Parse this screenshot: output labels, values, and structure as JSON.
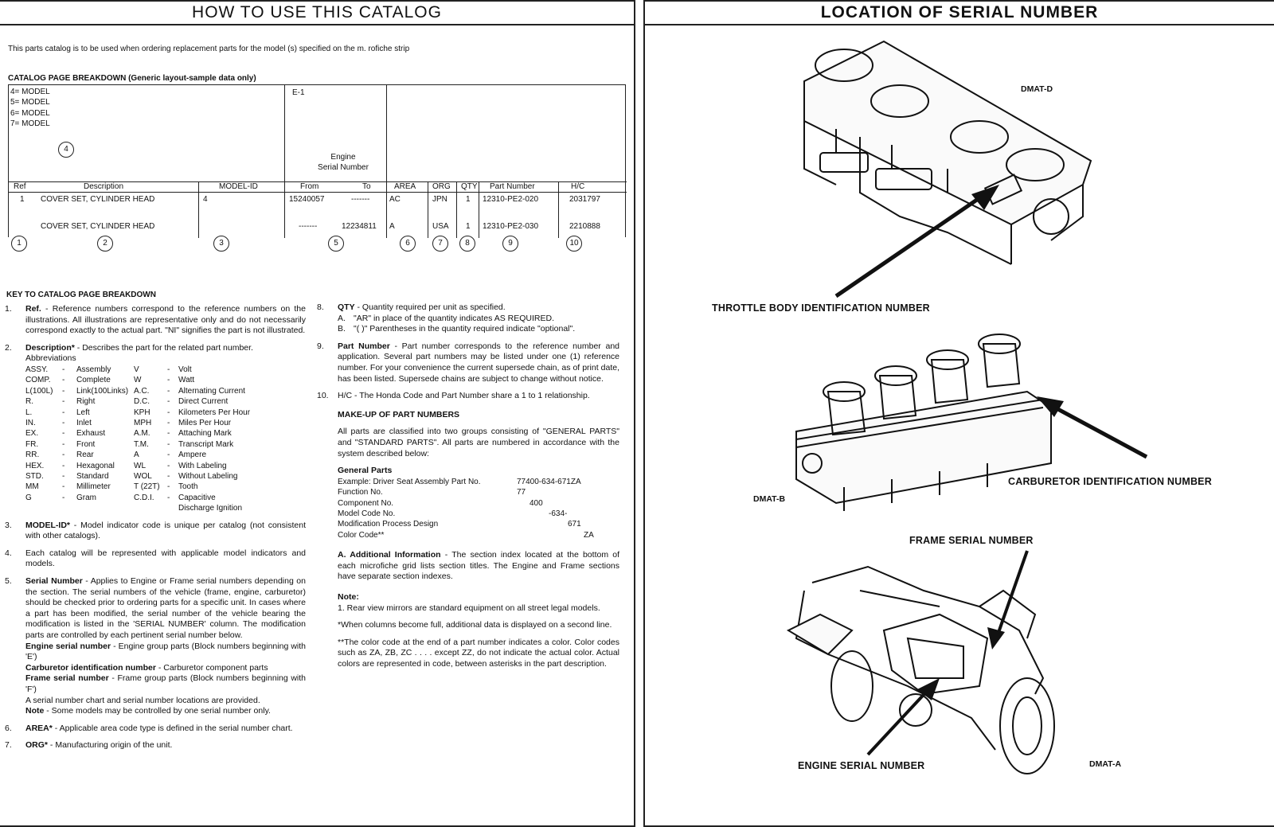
{
  "left_header": "HOW TO USE THIS CATALOG",
  "right_header": "LOCATION OF SERIAL NUMBER",
  "intro": "This parts catalog is to be used when ordering replacement parts for the model (s) specified on the m. rofiche strip",
  "breakdown": {
    "title": "CATALOG PAGE BREAKDOWN (Generic layout-sample data only)",
    "models": [
      "4= MODEL",
      "5= MODEL",
      "6= MODEL",
      "7= MODEL"
    ],
    "e1": "E-1",
    "engine_serial": [
      "Engine",
      "Serial Number"
    ],
    "columns": [
      "Ref",
      "Description",
      "MODEL-ID",
      "From",
      "To",
      "AREA",
      "ORG",
      "QTY",
      "Part Number",
      "H/C"
    ],
    "rows": [
      {
        "ref": "1",
        "desc": "COVER SET, CYLINDER HEAD",
        "model": "4",
        "from": "15240057",
        "to": "-------",
        "area": "AC",
        "org": "JPN",
        "qty": "1",
        "part": "12310-PE2-020",
        "hc": "2031797"
      },
      {
        "ref": "",
        "desc": "COVER SET, CYLINDER HEAD",
        "model": "",
        "from": "-------",
        "to": "12234811",
        "area": "A",
        "org": "USA",
        "qty": "1",
        "part": "12310-PE2-030",
        "hc": "2210888"
      }
    ],
    "circles": [
      "1",
      "2",
      "3",
      "4",
      "5",
      "6",
      "7",
      "8",
      "9",
      "10"
    ]
  },
  "key_title": "KEY TO CATALOG PAGE BREAKDOWN",
  "key": {
    "i1": {
      "n": "1.",
      "head": "Ref.",
      "text": " - Reference numbers correspond to the reference numbers on the illustrations. All illustrations are representative only and do not necessarily correspond exactly to the actual part. \"NI\" signifies the part is not illustrated."
    },
    "i2": {
      "n": "2.",
      "head": "Description*",
      "text": " - Describes the part for the related part number.",
      "abbr_title": "Abbreviations"
    },
    "abbr": [
      [
        "ASSY.",
        "-",
        "Assembly",
        "V",
        "-",
        "Volt"
      ],
      [
        "COMP.",
        "-",
        "Complete",
        "W",
        "-",
        "Watt"
      ],
      [
        "L(100L)",
        "-",
        "Link(100Links)",
        "A.C.",
        "-",
        "Alternating Current"
      ],
      [
        "R.",
        "-",
        "Right",
        "D.C.",
        "-",
        "Direct Current"
      ],
      [
        "L.",
        "-",
        "Left",
        "KPH",
        "-",
        "Kilometers Per Hour"
      ],
      [
        "IN.",
        "-",
        "Inlet",
        "MPH",
        "-",
        "Miles Per Hour"
      ],
      [
        "EX.",
        "-",
        "Exhaust",
        "A.M.",
        "-",
        "Attaching Mark"
      ],
      [
        "FR.",
        "-",
        "Front",
        "T.M.",
        "-",
        "Transcript Mark"
      ],
      [
        "RR.",
        "-",
        "Rear",
        "A",
        "-",
        "Ampere"
      ],
      [
        "HEX.",
        "-",
        "Hexagonal",
        "WL",
        "-",
        "With Labeling"
      ],
      [
        "STD.",
        "-",
        "Standard",
        "WOL",
        "-",
        "Without Labeling"
      ],
      [
        "MM",
        "-",
        "Millimeter",
        "T (22T)",
        "-",
        "Tooth"
      ],
      [
        "G",
        "-",
        "Gram",
        "C.D.I.",
        "-",
        "Capacitive"
      ],
      [
        "",
        "",
        "",
        "",
        "",
        "Discharge Ignition"
      ]
    ],
    "i3": {
      "n": "3.",
      "head": "MODEL-ID*",
      "text": " - Model indicator code is unique per catalog (not consistent with other catalogs)."
    },
    "i4": {
      "n": "4.",
      "text": "Each catalog will be represented with applicable model indicators and models."
    },
    "i5": {
      "n": "5.",
      "head": "Serial Number",
      "text": " - Applies to Engine or Frame serial numbers depending on the section. The serial numbers of the vehicle (frame, engine, carburetor) should be checked prior to ordering parts for a specific unit. In cases where a part has been modified, the serial number of the vehicle bearing the modification is listed in the 'SERIAL NUMBER' column. The modification parts are controlled by each pertinent serial number below.",
      "eng_h": "Engine serial number",
      "eng_t": " - Engine group parts (Block numbers beginning with 'E')",
      "carb_h": "Carburetor identification number",
      "carb_t": " - Carburetor component parts",
      "frame_h": "Frame serial number",
      "frame_t": " - Frame group parts (Block numbers beginning with 'F')",
      "chart": "A serial number chart and serial number locations are provided.",
      "note_h": "Note",
      "note_t": " - Some models may be controlled by one serial number only."
    },
    "i6": {
      "n": "6.",
      "head": "AREA*",
      "text": " - Applicable area code type is defined in the serial number chart."
    },
    "i7": {
      "n": "7.",
      "head": "ORG*",
      "text": " - Manufacturing origin of the unit."
    },
    "i8": {
      "n": "8.",
      "head": "QTY",
      "text": " - Quantity required per unit as specified.",
      "a": "A.",
      "a_t": "\"AR\" in place of the quantity indicates AS REQUIRED.",
      "b": "B.",
      "b_t": "\"( )\" Parentheses in the quantity required indicate \"optional\"."
    },
    "i9": {
      "n": "9.",
      "head": "Part Number",
      "text": " - Part number corresponds to the reference number and application. Several part numbers may be listed under one (1) reference number. For your convenience the current supersede chain, as of print date, has been listed. Supersede chains are subject to change without notice."
    },
    "i10": {
      "n": "10.",
      "text": "H/C - The Honda Code and Part Number share a 1 to 1 relationship."
    }
  },
  "makeup": {
    "title": "MAKE-UP OF PART NUMBERS",
    "text": "All parts are classified into two groups consisting of \"GENERAL PARTS\" and \"STANDARD PARTS\". All parts are numbered in accordance with the system described below:",
    "gp_title": "General Parts",
    "rows": [
      [
        "Example: Driver Seat Assembly Part No.",
        "77400-634-671ZA"
      ],
      [
        "Function No.",
        "77"
      ],
      [
        "Component No.",
        "400"
      ],
      [
        "Model Code No.",
        "-634-"
      ],
      [
        "Modification Process Design",
        "671"
      ],
      [
        "Color Code**",
        "ZA"
      ]
    ],
    "add_h": "A. Additional Information",
    "add_t": " - The section index located at the bottom of each microfiche grid lists section titles. The Engine and Frame sections have separate section indexes.",
    "note_h": "Note:",
    "note1": "1. Rear view mirrors are standard equipment on all street legal models.",
    "star": "*When columns become full, additional data is displayed on a second line.",
    "star2": "**The color code at the end of a part number indicates a color. Color codes such as ZA, ZB, ZC . . . . except ZZ, do not indicate the actual color. Actual colors are represented in code, between asterisks in the part description."
  },
  "right": {
    "throttle": "THROTTLE BODY IDENTIFICATION NUMBER",
    "carb": "CARBURETOR IDENTIFICATION NUMBER",
    "frame": "FRAME SERIAL NUMBER",
    "engine": "ENGINE SERIAL NUMBER",
    "dmat_d": "DMAT-D",
    "dmat_b": "DMAT-B",
    "dmat_a": "DMAT-A"
  }
}
